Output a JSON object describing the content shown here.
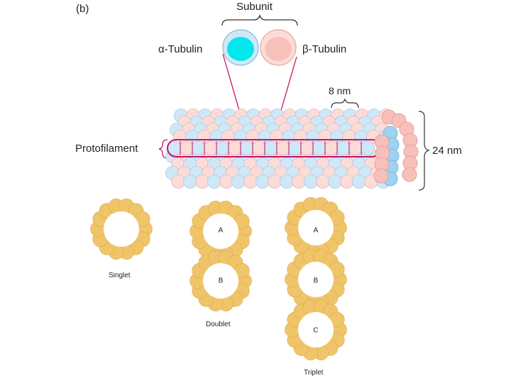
{
  "labels": {
    "panel": "(b)",
    "subunit": "Subunit",
    "alpha_tubulin": "α-Tubulin",
    "beta_tubulin": "β-Tubulin",
    "spacing": "8 nm",
    "protofilament": "Protofilament",
    "diameter": "24 nm",
    "singlet": "Singlet",
    "doublet": "Doublet",
    "triplet": "Triplet",
    "ring_a": "A",
    "ring_b": "B",
    "ring_c": "C"
  },
  "colors": {
    "alpha": "#00e8ee",
    "alpha_light": "#cfe8f7",
    "beta": "#f8c0bb",
    "beta_light": "#fcdcd8",
    "protofilament_outline": "#c2186b",
    "ring": "#f0c56a",
    "ring_edge": "#d9a84c"
  }
}
